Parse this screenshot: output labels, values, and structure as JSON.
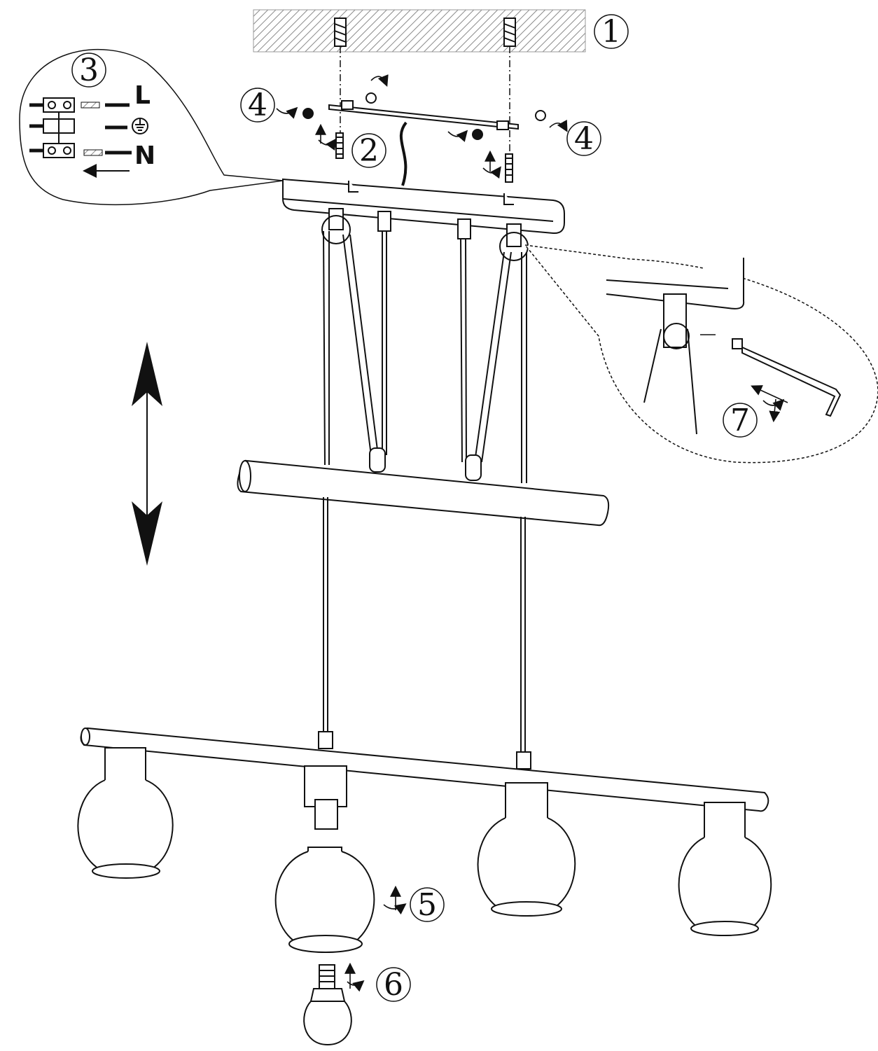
{
  "diagram": {
    "kind": "assembly instructions for height-adjustable pendant ceiling lamp",
    "steps": [
      {
        "id": "step-1",
        "number": "1"
      },
      {
        "id": "step-2",
        "number": "2"
      },
      {
        "id": "step-3",
        "number": "3"
      },
      {
        "id": "step-4-left",
        "number": "4"
      },
      {
        "id": "step-4-right",
        "number": "4"
      },
      {
        "id": "step-5",
        "number": "5"
      },
      {
        "id": "step-6",
        "number": "6"
      },
      {
        "id": "step-7",
        "number": "7"
      }
    ],
    "wiring": {
      "live_label": "L",
      "neutral_label": "N",
      "earth_symbol": "earth-ground-icon"
    },
    "line_color": "#1a1a1a",
    "hatch_color": "#8a8a8a"
  }
}
